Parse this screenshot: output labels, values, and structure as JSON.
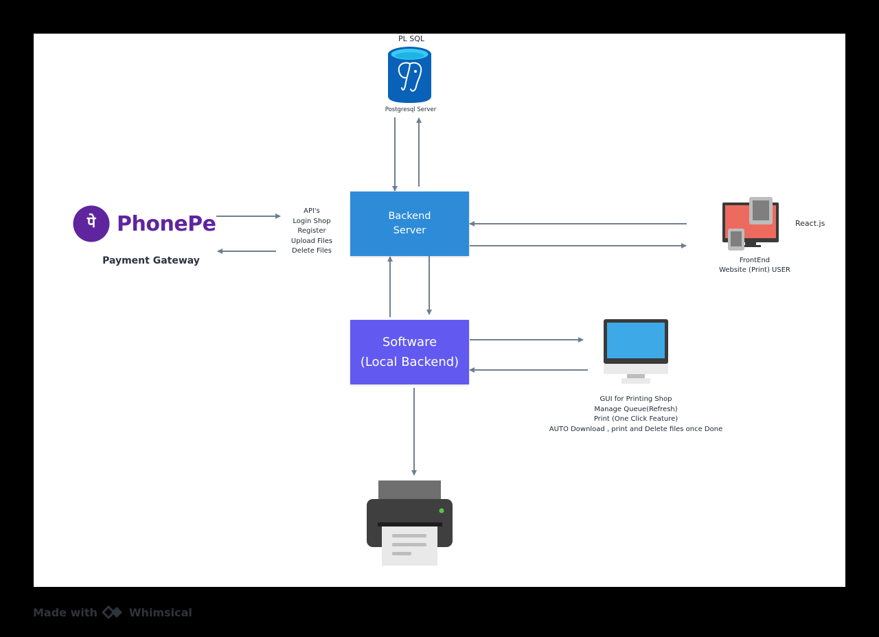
{
  "database": {
    "top_label": "PL SQL",
    "caption": "Postgresql Server"
  },
  "backend": {
    "line1": "Backend",
    "line2": "Server",
    "color": "#2E8BD8"
  },
  "software": {
    "line1": "Software",
    "line2": "(Local Backend)",
    "color": "#6259F0"
  },
  "payment": {
    "brand": "PhonePe",
    "brand_glyph": "पे",
    "caption": "Payment Gateway",
    "brand_color": "#5F259F"
  },
  "api_list": [
    "API's",
    "Login Shop",
    "Register",
    "Upload Files",
    "Delete Files"
  ],
  "frontend": {
    "tech": "React.js",
    "caption1": "FrontEnd",
    "caption2": "Website (Print) USER"
  },
  "gui": {
    "lines": [
      "GUI for Printing Shop",
      "Manage Queue(Refresh)",
      "Print (One Click Feature)",
      "AUTO Download , print and Delete files once Done"
    ]
  },
  "footer": {
    "made_with": "Made with",
    "brand": "Whimsical"
  },
  "colors": {
    "arrow": "#6E7F8F",
    "background": "#000000",
    "canvas": "#FFFFFF"
  },
  "icons": [
    "database-icon",
    "phonepe-logo-icon",
    "devices-icon",
    "desktop-monitor-icon",
    "printer-icon",
    "whimsical-logo-icon"
  ]
}
